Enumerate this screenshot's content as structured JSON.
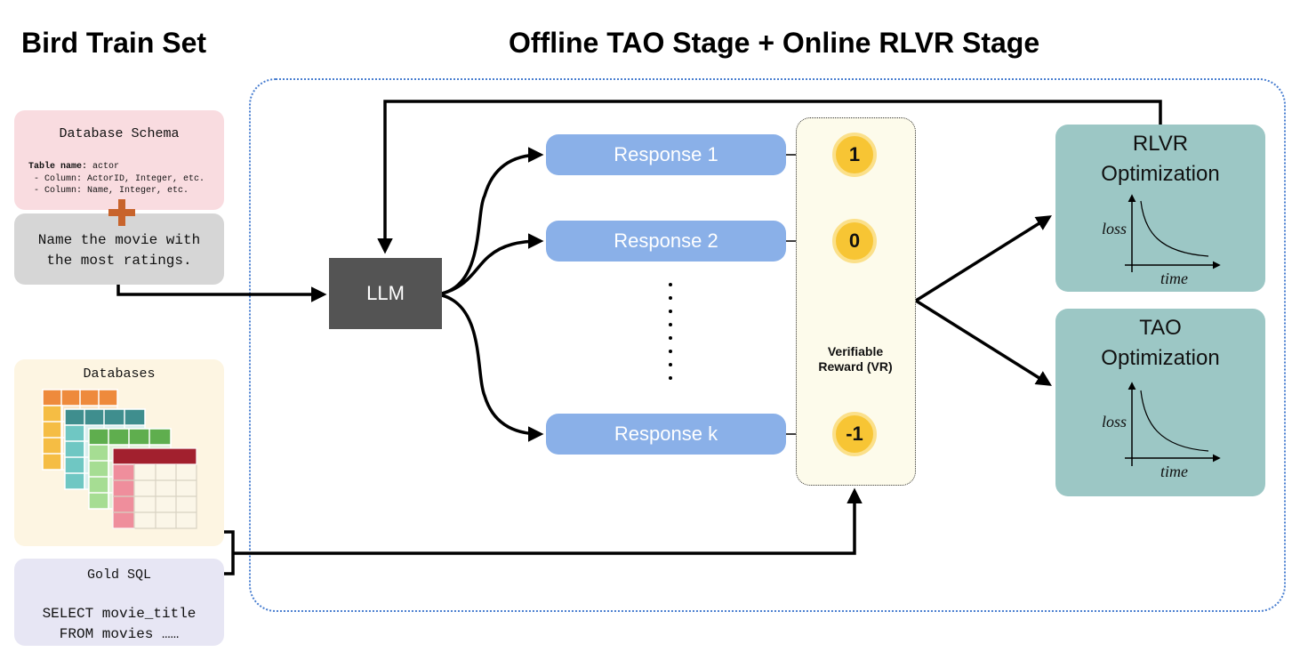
{
  "titles": {
    "left": "Bird Train Set",
    "right": "Offline TAO Stage + Online RLVR Stage"
  },
  "schema": {
    "heading": "Database Schema",
    "table_label": "Table name:",
    "table_value": " actor",
    "column1": "- Column: ActorID, Integer, etc.",
    "column2": "- Column: Name, Integer, etc."
  },
  "question": {
    "line1": "Name the movie with",
    "line2": "the most ratings."
  },
  "databases": {
    "heading": "Databases"
  },
  "gold": {
    "heading": "Gold SQL",
    "line1": "SELECT movie_title",
    "line2": "FROM movies ……"
  },
  "llm": {
    "label": "LLM"
  },
  "responses": [
    {
      "label": "Response 1",
      "reward": "1"
    },
    {
      "label": "Response 2",
      "reward": "0"
    },
    {
      "label": "Response k",
      "reward": "-1"
    }
  ],
  "verifier": {
    "line1": "Verifiable",
    "line2": "Reward (VR)"
  },
  "rlvr": {
    "line1": "RLVR",
    "line2": "Optimization",
    "ylabel": "loss",
    "xlabel": "time"
  },
  "tao": {
    "line1": "TAO",
    "line2": "Optimization",
    "ylabel": "loss",
    "xlabel": "time"
  },
  "colors": {
    "stage_border": "#4a7fd0",
    "response": "#8ab0e8",
    "optimization": "#9cc7c5",
    "coin": "#f7c534",
    "plus": "#c8642c"
  }
}
